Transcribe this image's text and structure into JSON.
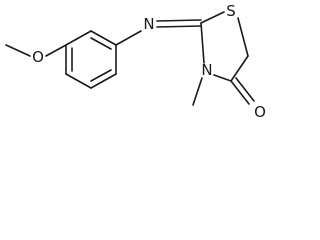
{
  "molecule": {
    "atoms": {
      "methoxy_oxygen": "O",
      "imine_nitrogen": "N",
      "sulfur": "S",
      "ring_nitrogen": "N",
      "carbonyl_oxygen": "O"
    }
  }
}
